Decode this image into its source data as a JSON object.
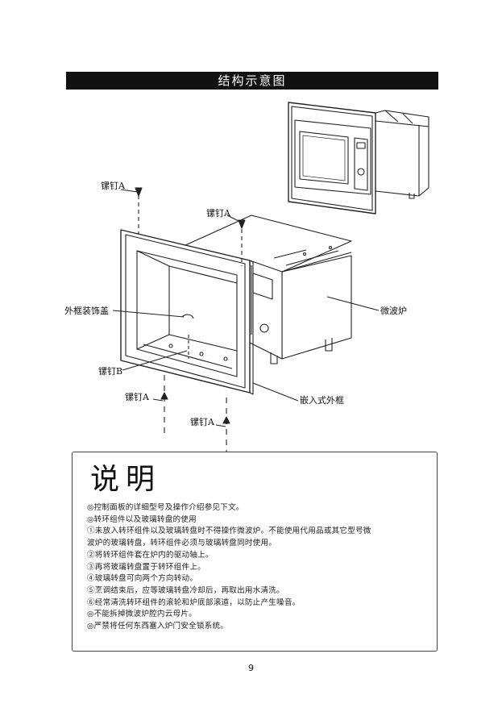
{
  "header": {
    "title": "结构示意图"
  },
  "diagram": {
    "labels": {
      "screw_a_1": "镙钉A",
      "screw_a_2": "镙钉A",
      "screw_a_3": "镙钉A",
      "screw_a_4": "镙钉A",
      "screw_b": "镙钉B",
      "trim_cover": "外框装饰盖",
      "microwave": "微波炉",
      "built_in_frame": "嵌入式外框"
    }
  },
  "notes": {
    "title": "说明",
    "items": [
      "◎控制面板的详细型号及操作介绍参见下文。",
      "◎转环组件以及玻璃转盘的使用",
      "①未放入转环组件以及玻璃转盘时不得操作微波炉。不能使用代用品或其它型号微",
      "波炉的玻璃转盘，转环组件必须与玻璃转盘同时使用。",
      "②将转环组件套在炉内的驱动轴上。",
      "③再将玻璃转盘置于转环组件上。",
      "④玻璃转盘可向两个方向转动。",
      "⑤烹调结束后，应等玻璃转盘冷却后，再取出用水清洗。",
      "⑥经常清洗转环组件的滚轮和炉底部滚道，以防止产生噪音。",
      "◎不能拆掉微波炉腔内云母片。",
      "◎严禁将任何东西塞入炉门安全锁系统。"
    ]
  },
  "footer": {
    "page_number": "9"
  }
}
